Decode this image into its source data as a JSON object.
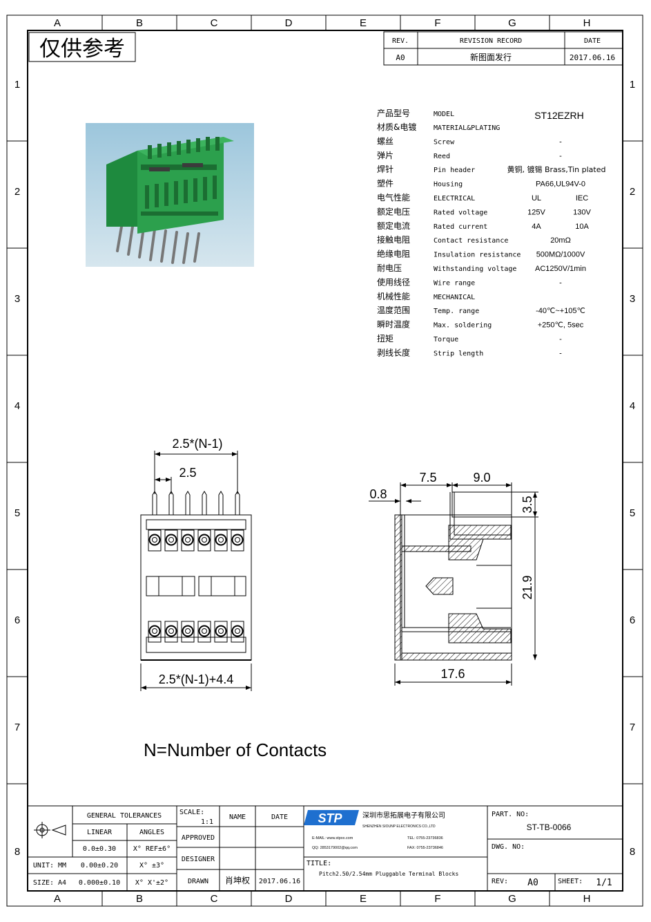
{
  "grid": {
    "columns": [
      "A",
      "B",
      "C",
      "D",
      "E",
      "F",
      "G",
      "H"
    ],
    "rows": [
      "1",
      "2",
      "3",
      "4",
      "5",
      "6",
      "7",
      "8"
    ]
  },
  "stamp": "仅供参考",
  "revision": {
    "header_rev": "REV.",
    "header_record": "REVISION RECORD",
    "header_date": "DATE",
    "rev": "A0",
    "record": "新图面发行",
    "date": "2017.06.16"
  },
  "specs": {
    "model_cn": "产品型号",
    "model_en": "MODEL",
    "model_value": "ST12EZRH",
    "rows": [
      {
        "cn": "材质&电镀",
        "en": "MATERIAL&PLATING",
        "v1": "",
        "v2": ""
      },
      {
        "cn": "螺丝",
        "en": "Screw",
        "v1": "-",
        "v2": ""
      },
      {
        "cn": "弹片",
        "en": "Reed",
        "v1": "-",
        "v2": ""
      },
      {
        "cn": "焊针",
        "en": "Pin header",
        "v1": "黄铜, 镀锡 Brass,Tin plated",
        "v2": ""
      },
      {
        "cn": "塑件",
        "en": "Housing",
        "v1": "PA66,UL94V-0",
        "v2": ""
      },
      {
        "cn": "电气性能",
        "en": "ELECTRICAL",
        "v1": "UL",
        "v2": "IEC"
      },
      {
        "cn": "额定电压",
        "en": "Rated voltage",
        "v1": "125V",
        "v2": "130V"
      },
      {
        "cn": "额定电流",
        "en": "Rated current",
        "v1": "4A",
        "v2": "10A"
      },
      {
        "cn": "接触电阻",
        "en": "Contact resistance",
        "v1": "20mΩ",
        "v2": ""
      },
      {
        "cn": "绝缘电阻",
        "en": "Insulation resistance",
        "v1": "500MΩ/1000V",
        "v2": ""
      },
      {
        "cn": "耐电压",
        "en": "Withstanding voltage",
        "v1": "AC1250V/1min",
        "v2": ""
      },
      {
        "cn": "使用线径",
        "en": "Wire range",
        "v1": "-",
        "v2": ""
      },
      {
        "cn": "机械性能",
        "en": "MECHANICAL",
        "v1": "",
        "v2": ""
      },
      {
        "cn": "温度范围",
        "en": "Temp. range",
        "v1": "-40℃~+105℃",
        "v2": ""
      },
      {
        "cn": "瞬时温度",
        "en": "Max. soldering",
        "v1": "+250℃, 5sec",
        "v2": ""
      },
      {
        "cn": "扭矩",
        "en": "Torque",
        "v1": "-",
        "v2": ""
      },
      {
        "cn": "剥线长度",
        "en": "Strip length",
        "v1": "-",
        "v2": ""
      }
    ]
  },
  "front_view": {
    "dim_top": "2.5*(N-1)",
    "dim_pitch": "2.5",
    "dim_bottom": "2.5*(N-1)+4.4"
  },
  "side_view": {
    "dim_08": "0.8",
    "dim_75": "7.5",
    "dim_90": "9.0",
    "dim_35": "3.5",
    "dim_219": "21.9",
    "dim_176": "17.6"
  },
  "note": "N=Number of Contacts",
  "title_block": {
    "general_tolerances": "GENERAL TOLERANCES",
    "linear": "LINEAR",
    "angles": "ANGLES",
    "lin1": "0.0±0.30",
    "ang1": "X° REF±6°",
    "lin2": "0.00±0.20",
    "ang2": "X° ±3°",
    "lin3": "0.000±0.10",
    "ang3": "X° X'±2°",
    "unit": "UNIT: MM",
    "size": "SIZE: A4",
    "scale_label": "SCALE:",
    "scale_value": "1:1",
    "name_label": "NAME",
    "date_label": "DATE",
    "approved": "APPROVED",
    "designer": "DESIGNER",
    "drawn": "DRAWN",
    "drawn_name": "肖坤权",
    "drawn_date": "2017.06.16",
    "logo_text": "STP",
    "company_cn": "深圳市思拓展电子有限公司",
    "company_en": "SHENZHEN SIOUNP ELECTRONICS CO.,LTD",
    "contact1a": "E-MAIL: www.stpxx.com",
    "contact1b": "TEL: 0755-23736836",
    "contact2a": "QQ: 2853179002@qq.com",
    "contact2b": "FAX: 0755-23736846",
    "title_label": "TITLE:",
    "title_value": "Pitch2.50/2.54mm Pluggable Terminal Blocks",
    "part_label": "PART. NO:",
    "part_value": "ST-TB-0066",
    "dwg_label": "DWG. NO:",
    "rev_label": "REV:",
    "rev_value": "A0",
    "sheet_label": "SHEET:",
    "sheet_value": "1/1"
  }
}
